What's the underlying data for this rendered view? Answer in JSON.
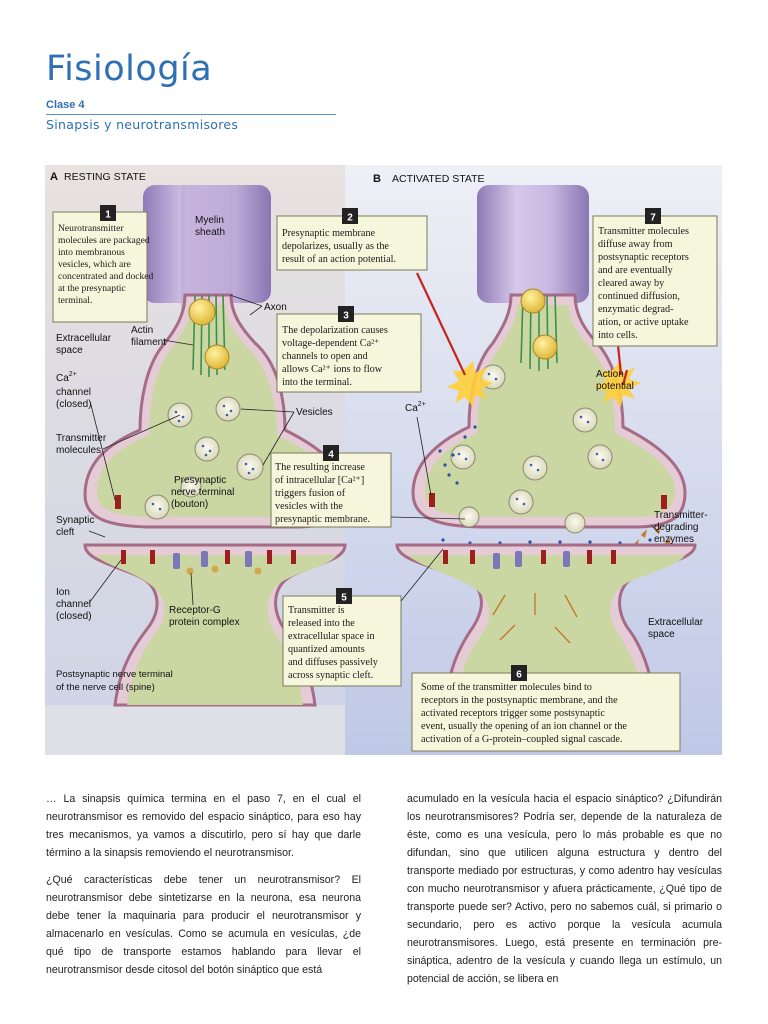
{
  "header": {
    "title": "Fisiología",
    "clase": "Clase 4",
    "subtitle": "Sinapsis y neurotransmisores"
  },
  "figure": {
    "panel_a_label": "A",
    "panel_a_title": "RESTING STATE",
    "panel_b_label": "B",
    "panel_b_title": "ACTIVATED STATE",
    "labels": {
      "myelin_1": "Myelin",
      "myelin_2": "sheath",
      "axon": "Axon",
      "actin_1": "Actin",
      "actin_2": "filament",
      "extracellular_1": "Extracellular",
      "extracellular_2": "space",
      "ca_channel_1": "Ca",
      "ca_channel_sup": "2+",
      "ca_channel_2": "channel",
      "ca_channel_3": "(closed)",
      "transmitter_1": "Transmitter",
      "transmitter_2": "molecules",
      "vesicles": "Vesicles",
      "presynaptic_1": "Presynaptic",
      "presynaptic_2": "nerve terminal",
      "presynaptic_3": "(bouton)",
      "synaptic_1": "Synaptic",
      "synaptic_2": "cleft",
      "ion_1": "Ion",
      "ion_2": "channel",
      "ion_3": "(closed)",
      "receptor_1": "Receptor-G",
      "receptor_2": "protein complex",
      "postsyn_1": "Postsynaptic nerve terminal",
      "postsyn_2": "of the nerve cell (spine)",
      "ca_b": "Ca",
      "ca_b_sup": "2+",
      "action_1": "Action",
      "action_2": "potential",
      "degrading_1": "Transmitter-",
      "degrading_2": "degrading",
      "degrading_3": "enzymes",
      "extracellular_b_1": "Extracellular",
      "extracellular_b_2": "space"
    },
    "callouts": [
      {
        "number": "1",
        "lines": [
          "Neurotransmitter",
          "molecules are packaged",
          "into membranous",
          "vesicles, which are",
          "concentrated and docked",
          "at the presynaptic",
          "terminal."
        ]
      },
      {
        "number": "2",
        "lines": [
          "Presynaptic membrane",
          "depolarizes, usually as the",
          "result of an action potential."
        ]
      },
      {
        "number": "3",
        "lines": [
          "The depolarization causes",
          "voltage-dependent Ca²⁺",
          "channels to open and",
          "allows Ca²⁺ ions to flow",
          "into the terminal."
        ]
      },
      {
        "number": "4",
        "lines": [
          "The resulting increase",
          "of intracellular [Ca²⁺]",
          "triggers fusion of",
          "vesicles with the",
          "presynaptic membrane."
        ]
      },
      {
        "number": "5",
        "lines": [
          "Transmitter is",
          "released into the",
          "extracellular space in",
          "quantized amounts",
          "and diffuses passively",
          "across synaptic cleft."
        ]
      },
      {
        "number": "6",
        "lines": [
          "Some of the transmitter molecules bind to",
          "receptors in the postsynaptic membrane, and the",
          "activated receptors trigger some postsynaptic",
          "event, usually the opening of an ion channel or the",
          "activation of a G-protein–coupled signal cascade."
        ]
      },
      {
        "number": "7",
        "lines": [
          "Transmitter molecules",
          "diffuse away from",
          "postsynaptic receptors",
          "and are eventually",
          "cleared away by",
          "continued diffusion,",
          "enzymatic degrad-",
          "ation, or active uptake",
          "into cells."
        ]
      }
    ]
  },
  "body": {
    "left": [
      "… La sinapsis química termina en el paso 7, en el cual el neurotransmisor es removido del espacio sináptico, para eso hay tres mecanismos, ya vamos a discutirlo, pero sí hay que darle término a la sinapsis removiendo el neurotransmisor.",
      "¿Qué características debe tener un neurotransmisor? El neurotransmisor debe sintetizarse en la neurona, esa neurona debe tener la maquinaria para producir el neurotransmisor y almacenarlo en vesículas. Como se acumula en vesículas, ¿de qué tipo de transporte estamos hablando para llevar el neurotransmisor desde citosol del botón sináptico que está"
    ],
    "right": [
      "acumulado en la vesícula hacia el espacio sináptico? ¿Difundirán los neurotransmisores? Podría ser, depende de la naturaleza de éste, como es una vesícula, pero lo más probable es que no difundan, sino que utilicen alguna estructura y dentro del transporte mediado por estructuras, y como adentro hay vesículas con mucho neurotransmisor y afuera prácticamente, ¿Qué tipo de transporte puede ser? Activo, pero no sabemos cuál, si primario o secundario, pero es activo porque la vesícula acumula neurotransmisores. Luego, está presente en terminación pre-sináptica, adentro de la vesícula y cuando llega un estímulo, un potencial de acción, se libera en"
    ]
  },
  "colors": {
    "title_blue": "#2f6fb5",
    "background_panel_a": "#d7dbe8",
    "background_panel_b": "#c9d0e6",
    "myelin": "#b9a6d4",
    "terminal": "#e2cfd8",
    "terminal_inner": "#cdd9a8",
    "callout_fill": "#f6f6dc",
    "number_box": "#222222"
  }
}
